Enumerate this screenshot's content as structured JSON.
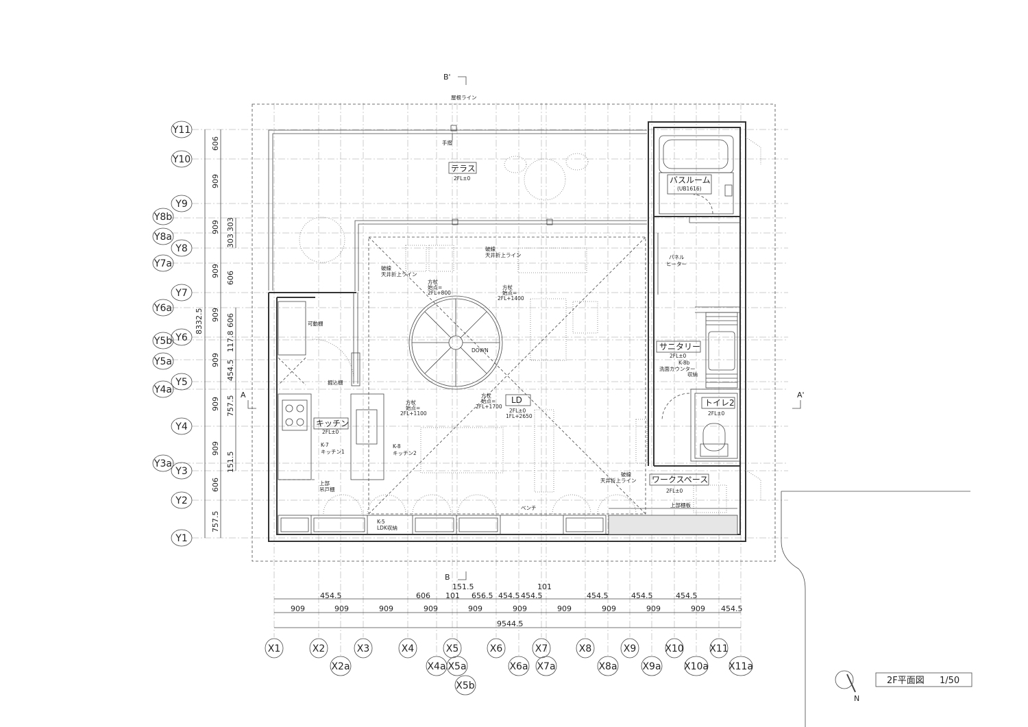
{
  "title": "2F平面図",
  "scale": "1/50",
  "north_label": "N",
  "section_marks": {
    "b_top": "B'",
    "b_bottom": "B",
    "a_left": "A",
    "a_right": "A'"
  },
  "roof_line": "屋根ライン",
  "handrail": "手摺",
  "rooms": {
    "terrace": {
      "name": "テラス",
      "level": "2FL±0"
    },
    "bathroom": {
      "name": "バスルーム",
      "sub": "(UB1616)"
    },
    "sanitary": {
      "name": "サニタリー",
      "level": "2FL±0",
      "note1": "K-8b",
      "note2": "洗面カウンター",
      "note3": "収納"
    },
    "toilet": {
      "name": "トイレ2",
      "level": "2FL±0"
    },
    "kitchen": {
      "name": "キッチン",
      "level": "2FL±0"
    },
    "ld": {
      "name": "LD",
      "level": "2FL±0",
      "level2": "1FL+2650"
    },
    "workspace": {
      "name": "ワークスペース",
      "level": "2FL±0"
    }
  },
  "notes": {
    "panel_heater_1": "パネル",
    "panel_heater_2": "ヒーター",
    "movable_shelf": "可動棚",
    "builtin_shelf": "掘込棚",
    "k7_1": "K-7",
    "k7_2": "キッチン1",
    "k8_1": "K-8",
    "k8_2": "キッチン2",
    "upper_1": "上部",
    "upper_2": "吊戸棚",
    "k5_1": "K-5",
    "k5_2": "LDK収納",
    "bench": "ベンチ",
    "upper_shelf": "上部棚板",
    "down": "DOWN",
    "ceiling_a1": "破線",
    "ceiling_a2": "天井折上ライン",
    "ceiling_b1": "破線",
    "ceiling_b2": "天井折上ライン",
    "ceiling_c1": "破線",
    "ceiling_c2": "天井折上ライン",
    "post_a1": "方杖",
    "post_a2": "始点=",
    "post_a3": "2FL+800",
    "post_b1": "方杖",
    "post_b2": "始点=",
    "post_b3": "2FL+1400",
    "post_c1": "方杖",
    "post_c2": "始点=",
    "post_c3": "2FL+1100",
    "post_d1": "方杖",
    "post_d2": "始点=",
    "post_d3": "2FL+1700"
  },
  "y_grid": [
    "Y11",
    "Y10",
    "Y9",
    "Y8b",
    "Y8a",
    "Y8",
    "Y7a",
    "Y7",
    "Y6a",
    "Y6",
    "Y5b",
    "Y5a",
    "Y5",
    "Y4a",
    "Y4",
    "Y3a",
    "Y3",
    "Y2",
    "Y1"
  ],
  "x_grid_row1": [
    "X1",
    "X2",
    "X3",
    "X4",
    "X5",
    "X6",
    "X7",
    "X8",
    "X9",
    "X10",
    "X11"
  ],
  "x_grid_row2": [
    "X2a",
    "X4a",
    "X5a",
    "X6a",
    "X7a",
    "X8a",
    "X9a",
    "X10a",
    "X11a"
  ],
  "x_grid_row3": [
    "X5b"
  ],
  "y_dims": {
    "d606a": "606",
    "d909a": "909",
    "d909b": "909",
    "d303a": "303",
    "d303b": "303",
    "d909c": "909",
    "d606b": "606",
    "d909d": "909",
    "d606c": "606",
    "d1178": "117.8",
    "d909e": "909",
    "d4545": "454.5",
    "d909f": "909",
    "d7575a": "757.5",
    "d909g": "909",
    "d1515": "151.5",
    "d606d": "606",
    "d7575b": "757.5",
    "total": "8332.5"
  },
  "x_dims_row1": [
    "454.5",
    "606",
    "101",
    "151.5",
    "656.5",
    "454.5",
    "454.5",
    "101",
    "454.5",
    "454.5",
    "454.5"
  ],
  "x_dims_row2": [
    "909",
    "909",
    "909",
    "909",
    "909",
    "909",
    "909",
    "909",
    "909",
    "909",
    "454.5"
  ],
  "x_total": "9544.5"
}
